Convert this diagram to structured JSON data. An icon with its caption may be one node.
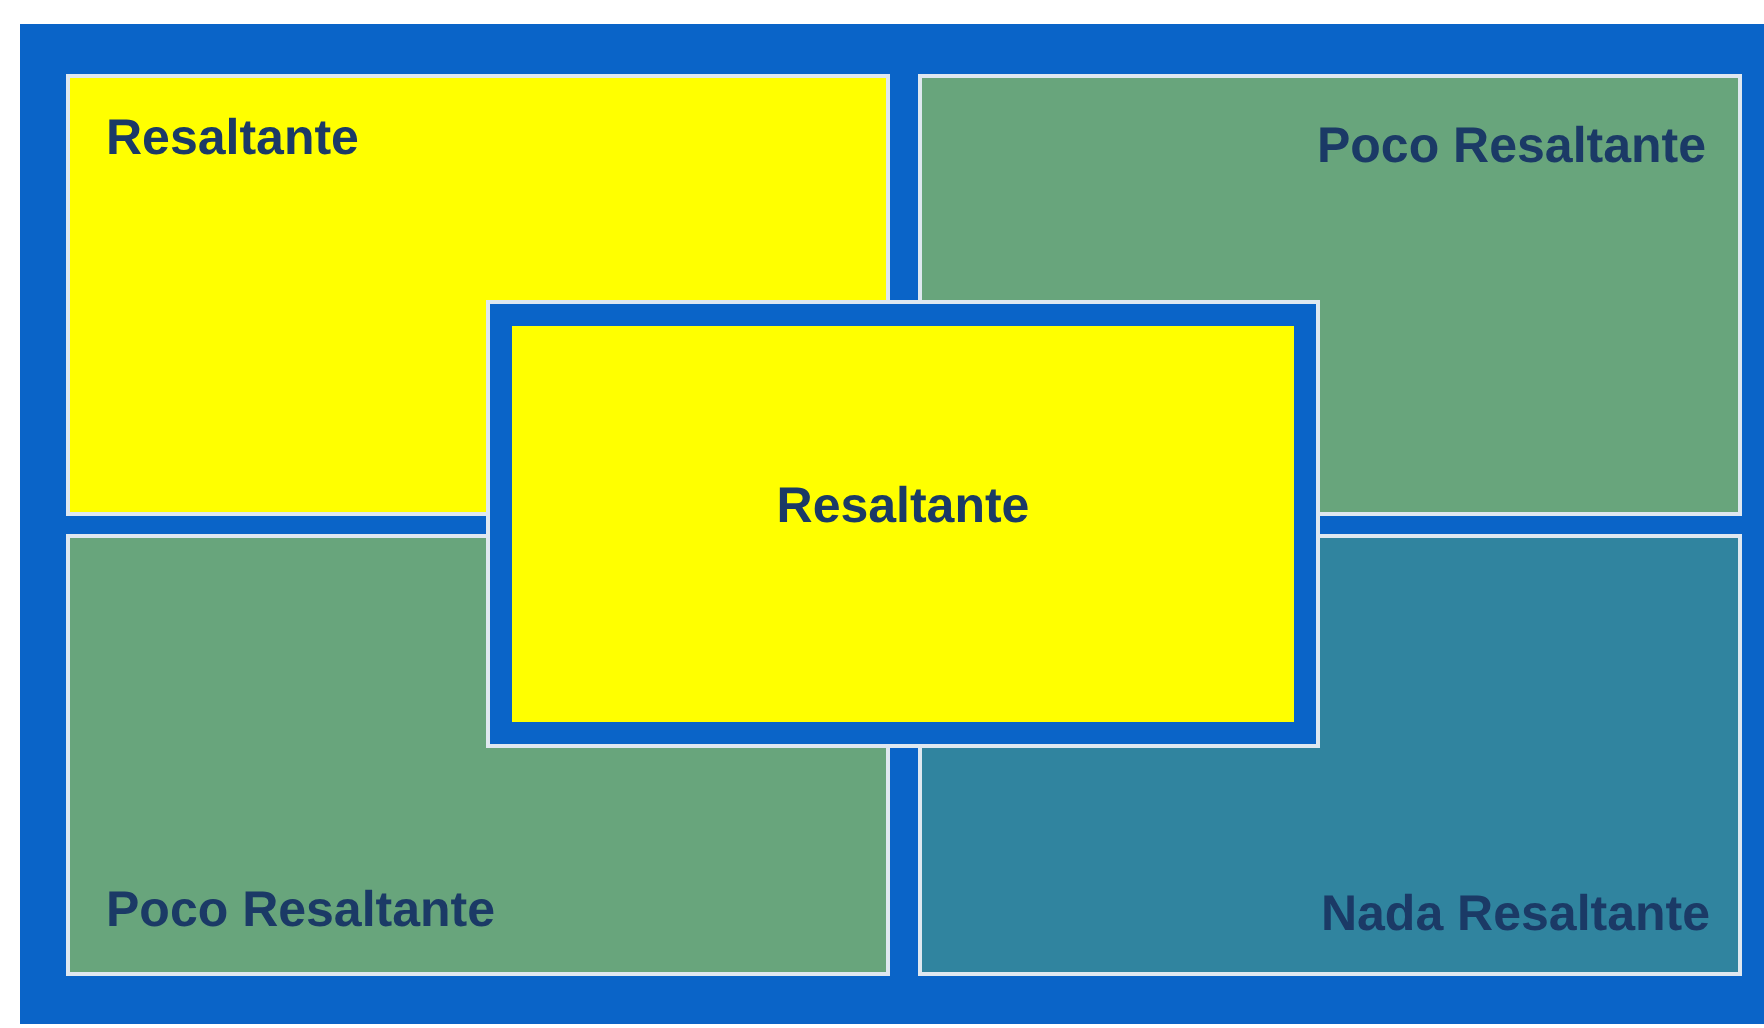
{
  "diagram": {
    "nodes": [
      {
        "text": [],
        "shape": "box"
      },
      {
        "text": [
          "Resaltante"
        ],
        "in": 0
      },
      {
        "text": [
          "Poco Resaltante"
        ],
        "in": 0
      },
      {
        "text": [
          "Poco Resaltante"
        ],
        "in": 0
      },
      {
        "text": [
          "Nada Resaltante"
        ],
        "in": 0
      },
      {
        "text": [
          "Resaltante"
        ],
        "in": 0
      }
    ]
  }
}
